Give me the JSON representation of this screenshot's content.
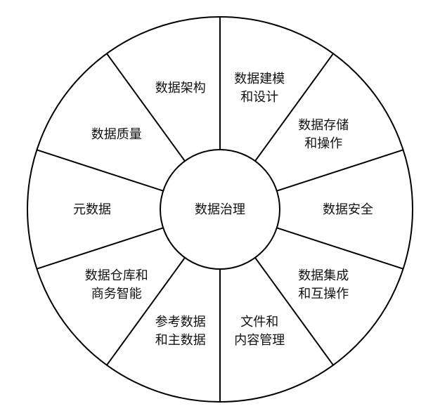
{
  "center": {
    "label": "数据治理"
  },
  "segments": [
    {
      "lines": [
        "数据建模",
        "和设计"
      ]
    },
    {
      "lines": [
        "数据存储",
        "和操作"
      ]
    },
    {
      "lines": [
        "数据安全"
      ]
    },
    {
      "lines": [
        "数据集成",
        "和互操作"
      ]
    },
    {
      "lines": [
        "文件和",
        "内容管理"
      ]
    },
    {
      "lines": [
        "参考数据",
        "和主数据"
      ]
    },
    {
      "lines": [
        "数据仓库和",
        "商务智能"
      ]
    },
    {
      "lines": [
        "元数据"
      ]
    },
    {
      "lines": [
        "数据质量"
      ]
    },
    {
      "lines": [
        "数据架构"
      ]
    }
  ],
  "colors": {
    "stroke": "#000000",
    "text": "#111111"
  }
}
